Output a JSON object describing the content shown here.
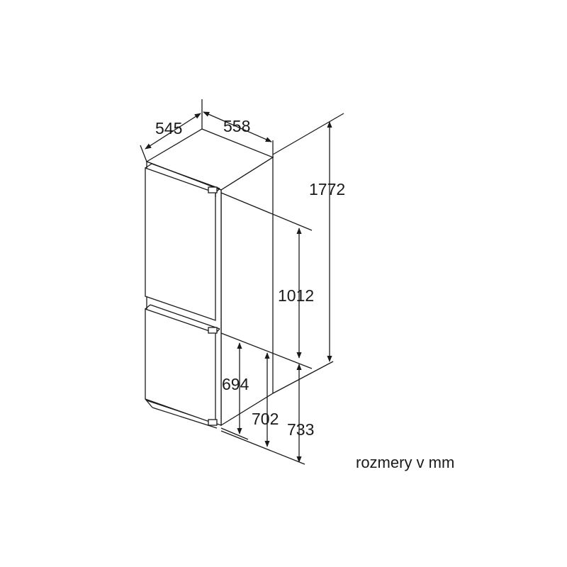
{
  "dimensions": {
    "depth": "545",
    "width": "558",
    "height_total": "1772",
    "height_upper_section": "1012",
    "height_lower_door": "694",
    "height_lower_mid": "702",
    "height_lower_total": "733"
  },
  "caption": "rozmery v mm"
}
